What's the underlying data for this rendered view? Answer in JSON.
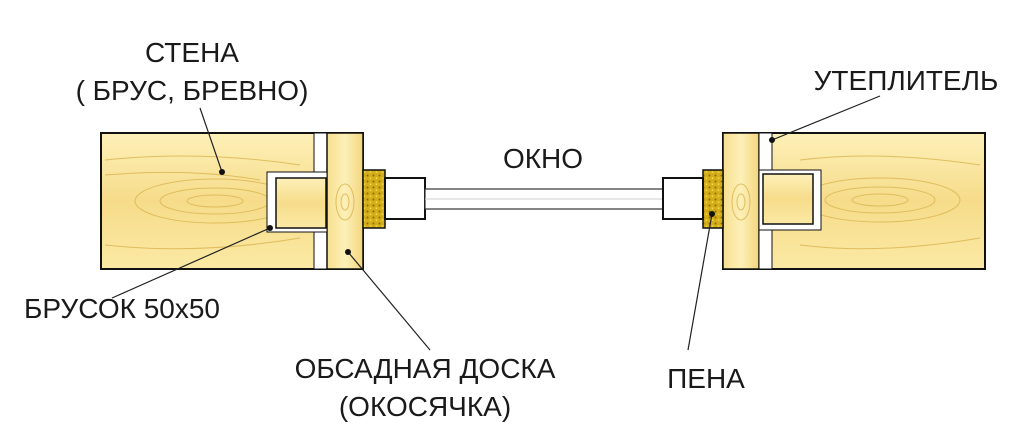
{
  "labels": {
    "wall_line1": "СТЕНА",
    "wall_line2": "( БРУС, БРЕВНО)",
    "insulation": "УТЕПЛИТЕЛЬ",
    "window": "ОКНО",
    "bar": "БРУСОК 50x50",
    "casing_line1": "ОБСАДНАЯ ДОСКА",
    "casing_line2": "(ОКОСЯЧКА)",
    "foam": "ПЕНА"
  },
  "colors": {
    "wood_light": "#fbe9a4",
    "wood_dark": "#e9c766",
    "foam": "#d8b51d",
    "insulation": "#ffffff",
    "glass": "#ffffff",
    "outline": "#111111"
  }
}
